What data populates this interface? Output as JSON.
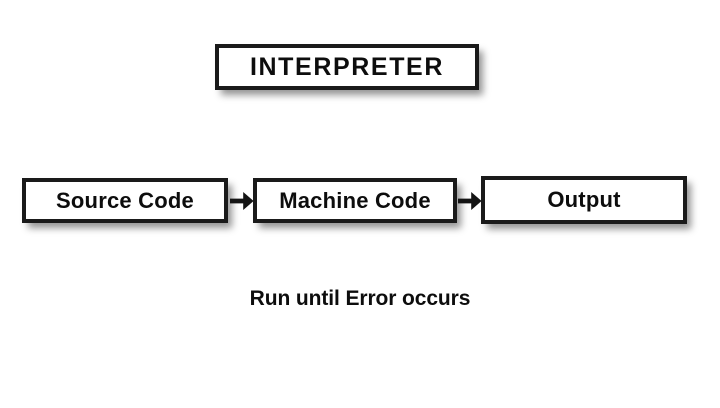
{
  "diagram": {
    "title_node": {
      "label": "INTERPRETER",
      "icon": "none"
    },
    "pipeline": [
      {
        "label": "Source Code"
      },
      {
        "label": "Machine Code"
      },
      {
        "label": "Output"
      }
    ],
    "connectors": [
      {
        "icon": "arrow-right-icon",
        "from": "Source Code",
        "to": "Machine Code"
      },
      {
        "icon": "arrow-right-icon",
        "from": "Machine Code",
        "to": "Output"
      }
    ],
    "caption": "Run until Error occurs",
    "colors": {
      "background": "#ffffff",
      "border": "#1a1a1a",
      "text": "#0d0d0d",
      "box_fill": "#ffffff",
      "shadow": "rgba(0,0,0,0.42)"
    }
  }
}
